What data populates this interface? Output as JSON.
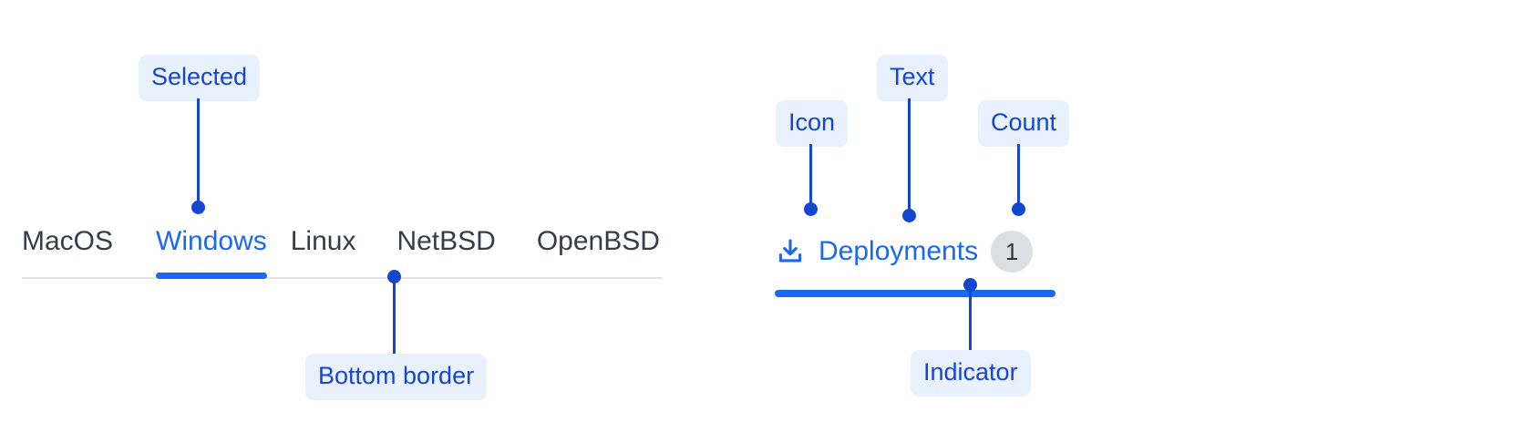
{
  "tabstrip": {
    "tabs": [
      {
        "label": "MacOS",
        "selected": false
      },
      {
        "label": "Windows",
        "selected": true
      },
      {
        "label": "Linux",
        "selected": false
      },
      {
        "label": "NetBSD",
        "selected": false
      },
      {
        "label": "OpenBSD",
        "selected": false
      }
    ],
    "callouts": {
      "selected": "Selected",
      "bottom_border": "Bottom border"
    }
  },
  "single_tab": {
    "icon": "download-icon",
    "text": "Deployments",
    "count": "1",
    "callouts": {
      "icon": "Icon",
      "text": "Text",
      "count": "Count",
      "indicator": "Indicator"
    }
  },
  "colors": {
    "accent": "#1a68f0",
    "callout_text": "#1546cf",
    "callout_pill_bg": "#e9f0fe",
    "tab_text": "#373c47",
    "rule": "#e2e2e4",
    "badge_bg": "#dddee1",
    "badge_text": "#2f3440"
  }
}
